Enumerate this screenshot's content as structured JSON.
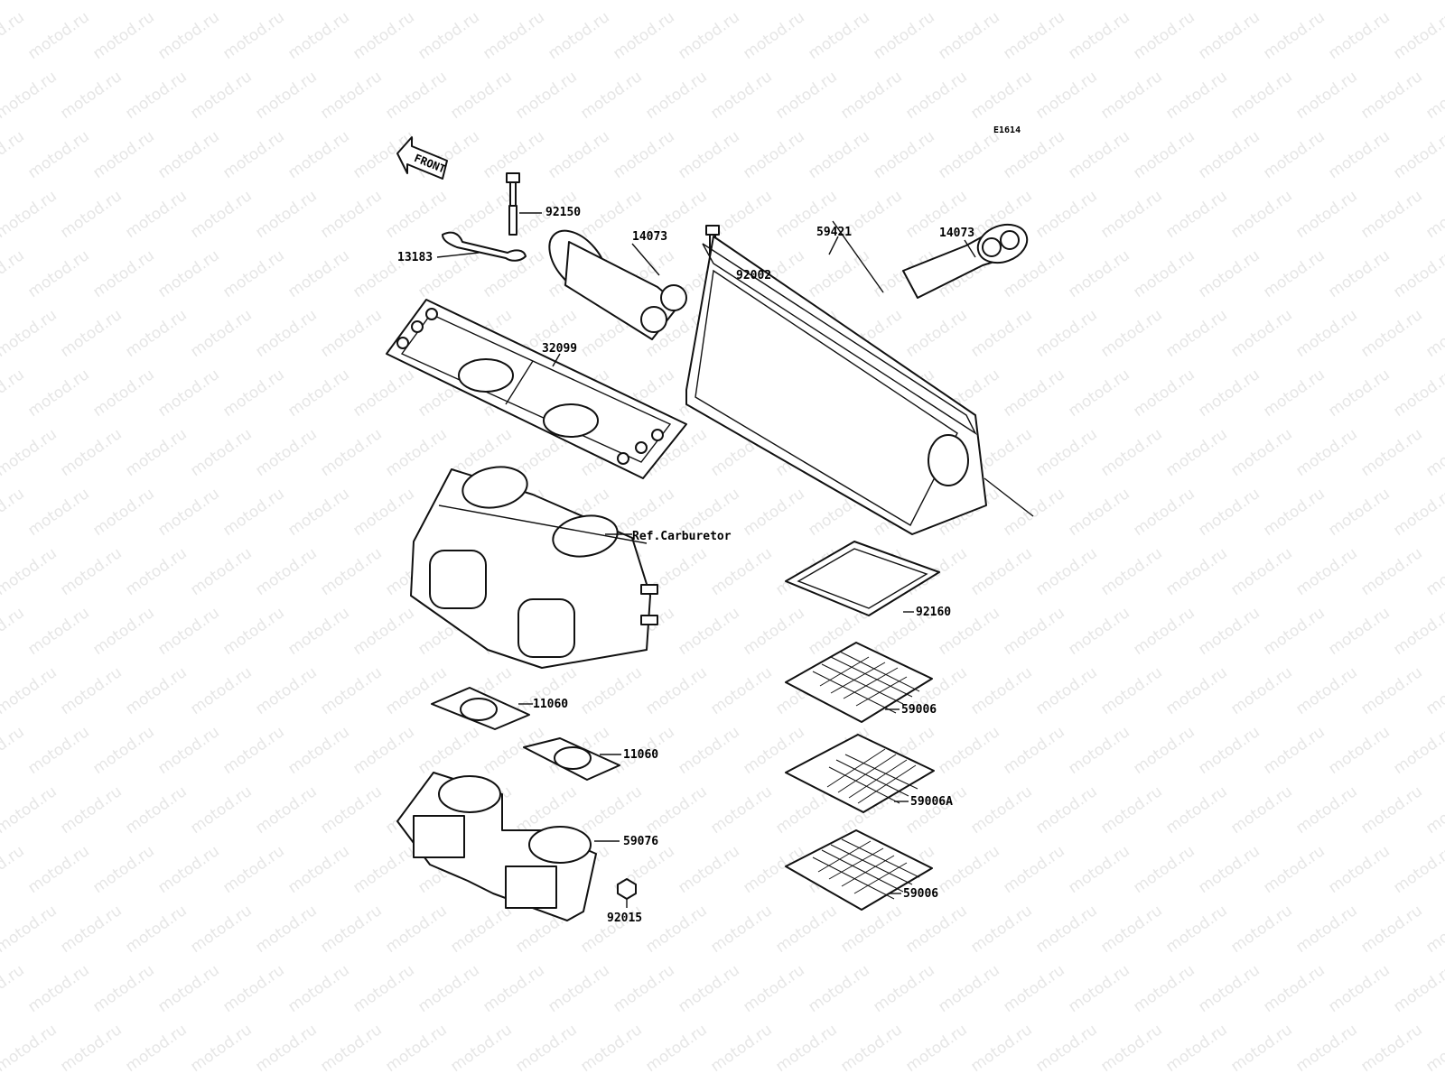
{
  "diagram": {
    "code": "E1614",
    "watermark": "motod.ru",
    "front_arrow": "FRONT",
    "callouts": {
      "p92150": "92150",
      "p13183": "13183",
      "p14073_left": "14073",
      "p92002": "92002",
      "p14073_right": "14073",
      "p32099": "32099",
      "p59421": "59421",
      "ref_carburetor": "Ref.Carburetor",
      "p92160": "92160",
      "p59006_top": "59006",
      "p11060_a": "11060",
      "p11060_b": "11060",
      "p59006A": "59006A",
      "p59076": "59076",
      "p92015": "92015",
      "p59006_bottom": "59006"
    }
  }
}
